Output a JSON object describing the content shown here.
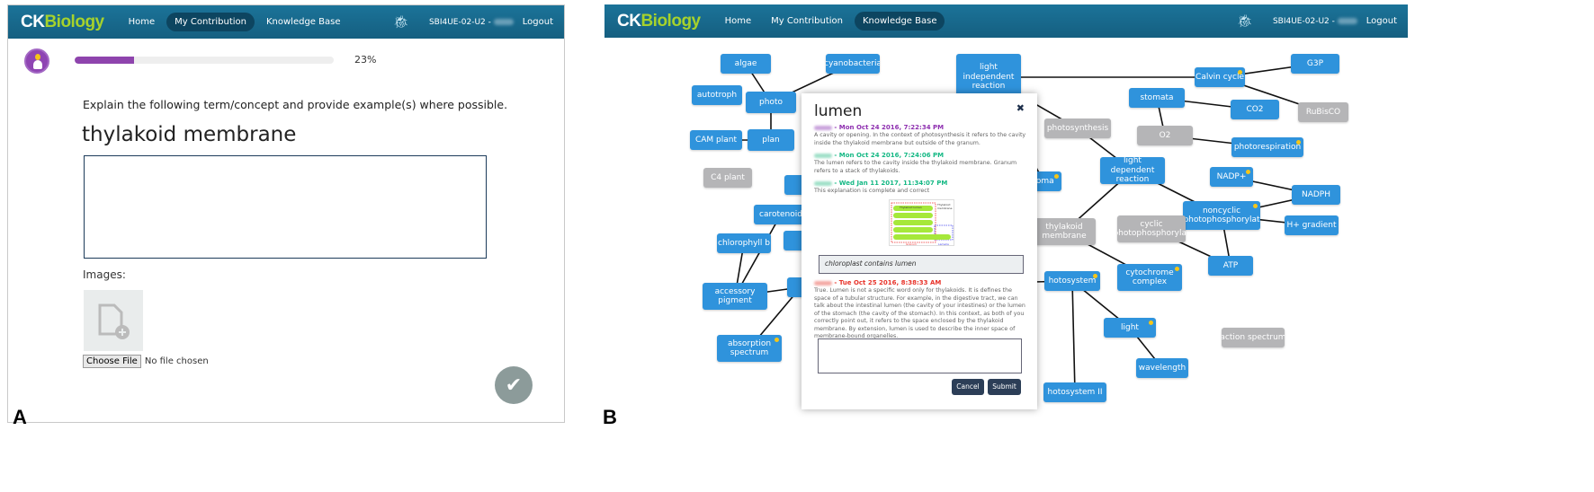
{
  "panel_a": {
    "nav": {
      "logo_ck": "CK",
      "logo_bio": "Biology",
      "items": [
        "Home",
        "My Contribution",
        "Knowledge Base"
      ],
      "active": "My Contribution",
      "user": "SBI4UE-02-U2 -",
      "logout": "Logout"
    },
    "progress": {
      "percent": 23,
      "label": "23%",
      "color": "#8e44ad"
    },
    "prompt": "Explain the following term/concept and provide example(s) where possible.",
    "term": "thylakoid membrane",
    "answer_value": "",
    "images_label": "Images:",
    "choose_file": "Choose File",
    "no_file": "No file chosen",
    "letter": "A"
  },
  "panel_b": {
    "nav": {
      "logo_ck": "CK",
      "logo_bio": "Biology",
      "items": [
        "Home",
        "My Contribution",
        "Knowledge Base"
      ],
      "active": "Knowledge Base",
      "user": "SBI4UE-02-U2 -",
      "logout": "Logout"
    },
    "letter": "B",
    "nodes": [
      {
        "id": "algae",
        "label": "algae",
        "gray": false,
        "dot": false
      },
      {
        "id": "cyano",
        "label": "cyanobacteria",
        "gray": false,
        "dot": false
      },
      {
        "id": "autotroph",
        "label": "autotroph",
        "gray": false,
        "dot": false
      },
      {
        "id": "photo",
        "label": "photo",
        "gray": false,
        "dot": false
      },
      {
        "id": "lir",
        "label": "light independent reaction",
        "gray": false,
        "dot": false
      },
      {
        "id": "g3p",
        "label": "G3P",
        "gray": false,
        "dot": false
      },
      {
        "id": "calvin",
        "label": "Calvin cycle",
        "gray": false,
        "dot": true
      },
      {
        "id": "rubisco",
        "label": "RuBisCO",
        "gray": true,
        "dot": false
      },
      {
        "id": "stomata",
        "label": "stomata",
        "gray": false,
        "dot": false
      },
      {
        "id": "co2",
        "label": "CO2",
        "gray": false,
        "dot": false
      },
      {
        "id": "photosynthesis",
        "label": "photosynthesis",
        "gray": true,
        "dot": false
      },
      {
        "id": "o2",
        "label": "O2",
        "gray": true,
        "dot": false
      },
      {
        "id": "photoresp",
        "label": "photorespiration",
        "gray": false,
        "dot": true
      },
      {
        "id": "cam",
        "label": "CAM plant",
        "gray": false,
        "dot": false
      },
      {
        "id": "plant",
        "label": "plan",
        "gray": false,
        "dot": false
      },
      {
        "id": "c4",
        "label": "C4 plant",
        "gray": true,
        "dot": false
      },
      {
        "id": "stroma",
        "label": "roma",
        "gray": false,
        "dot": true
      },
      {
        "id": "ldr",
        "label": "light dependent reaction",
        "gray": false,
        "dot": false
      },
      {
        "id": "nadpp",
        "label": "NADP+",
        "gray": false,
        "dot": true
      },
      {
        "id": "nadph",
        "label": "NADPH",
        "gray": false,
        "dot": false
      },
      {
        "id": "noncyc",
        "label": "noncyclic photophosphorylat",
        "gray": false,
        "dot": true
      },
      {
        "id": "hplus",
        "label": "H+ gradient",
        "gray": false,
        "dot": false
      },
      {
        "id": "carot",
        "label": "carotenoid",
        "gray": false,
        "dot": false
      },
      {
        "id": "cyclic",
        "label": "cyclic photophosphorylat",
        "gray": true,
        "dot": false
      },
      {
        "id": "thyl",
        "label": "thylakoid membrane",
        "gray": true,
        "dot": false
      },
      {
        "id": "chlb",
        "label": "chlorophyll b",
        "gray": false,
        "dot": false
      },
      {
        "id": "atp",
        "label": "ATP",
        "gray": false,
        "dot": false
      },
      {
        "id": "cyto",
        "label": "cytochrome complex",
        "gray": false,
        "dot": true
      },
      {
        "id": "access",
        "label": "accessory pigment",
        "gray": false,
        "dot": false
      },
      {
        "id": "ps",
        "label": "hotosystem",
        "gray": false,
        "dot": true
      },
      {
        "id": "light",
        "label": "light",
        "gray": false,
        "dot": true
      },
      {
        "id": "absorp",
        "label": "absorption spectrum",
        "gray": false,
        "dot": true
      },
      {
        "id": "action",
        "label": "action spectrum",
        "gray": true,
        "dot": false
      },
      {
        "id": "wave",
        "label": "wavelength",
        "gray": false,
        "dot": false
      },
      {
        "id": "ps2",
        "label": "hotosystem II",
        "gray": false,
        "dot": false
      },
      {
        "id": "h1",
        "label": "",
        "gray": false,
        "dot": false
      },
      {
        "id": "h2",
        "label": "",
        "gray": false,
        "dot": false
      },
      {
        "id": "h3",
        "label": "",
        "gray": false,
        "dot": false
      }
    ],
    "modal": {
      "title": "lumen",
      "entries": [
        {
          "date": " - Mon Oct 24 2016, 7:22:34 PM",
          "color": "#8e2fb0",
          "text": "A cavity or opening. In the context of photosynthesis it refers to the cavity inside the thylakoid membrane but outside of the granum."
        },
        {
          "date": " - Mon Oct 24 2016, 7:24:06 PM",
          "color": "#14b884",
          "text": "The lumen refers to the cavity inside the thylakoid membrane. Granum refers to a stack of thylakoids."
        },
        {
          "date": " - Wed Jan 11 2017, 11:34:07 PM",
          "color": "#14b884",
          "text": "This explanation is complete and correct"
        }
      ],
      "figure": {
        "lumen_label": "Thylakoid lumen",
        "membrane_label": "Thylakoid membrane",
        "granum_label": "Granum",
        "lamella_label": "Lamella"
      },
      "statement": "chloroplast contains lumen",
      "reply": {
        "date": " - Tue Oct 25 2016, 8:38:33 AM",
        "color": "#e8332a",
        "text": "True. Lumen is not a specific word only for thylakoids. It is defines the space of a tubular structure. For example, in the digestive tract, we can talk about the intestinal lumen (the cavity of your intestines) or the lumen of the stomach (the cavity of the stomach). In this context, as both of you correctly point out, it refers to the space enclosed by the thylakoid membrane. By extension, lumen is used to describe the inner space of membrane-bound organelles."
      },
      "reply_value": "",
      "cancel": "Cancel",
      "submit": "Submit"
    }
  }
}
